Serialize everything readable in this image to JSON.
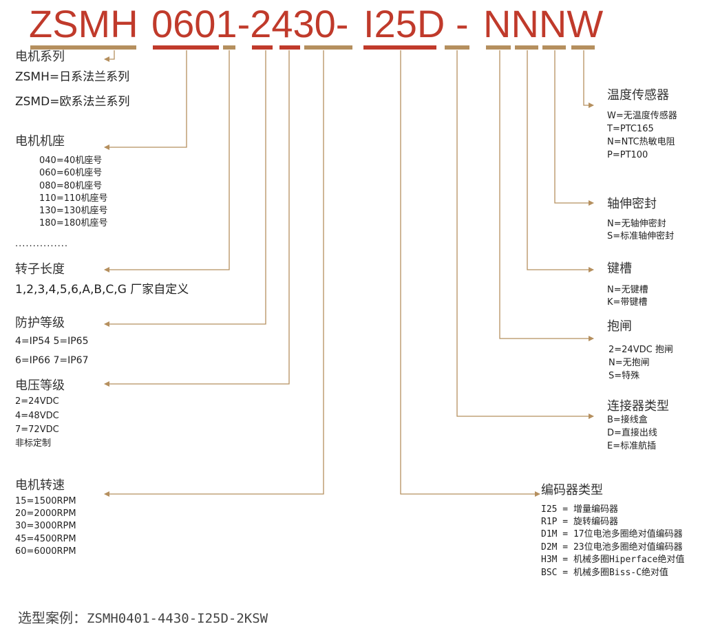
{
  "code": {
    "p1": "ZSMH",
    "p2": "0601-2430-",
    "p3": "I25D",
    "p4": "-",
    "p5": "NNNW"
  },
  "left": {
    "series": {
      "title": "电机系列",
      "lines": [
        "ZSMH=日系法兰系列",
        "ZSMD=欧系法兰系列"
      ]
    },
    "frame": {
      "title": "电机机座",
      "lines": [
        "040=40机座号",
        "060=60机座号",
        "080=80机座号",
        "110=110机座号",
        "130=130机座号",
        "180=180机座号"
      ],
      "dots": "..............."
    },
    "rotor": {
      "title": "转子长度",
      "lines": [
        "1,2,3,4,5,6,A,B,C,G  厂家自定义"
      ]
    },
    "protection": {
      "title": "防护等级",
      "lines": [
        "4=IP54  5=IP65",
        "6=IP66  7=IP67"
      ]
    },
    "voltage": {
      "title": "电压等级",
      "lines": [
        "2=24VDC",
        "4=48VDC",
        "7=72VDC",
        "非标定制"
      ]
    },
    "speed": {
      "title": "电机转速",
      "lines": [
        "15=1500RPM",
        "20=2000RPM",
        "30=3000RPM",
        "45=4500RPM",
        "60=6000RPM"
      ]
    }
  },
  "right": {
    "temp": {
      "title": "温度传感器",
      "lines": [
        "W=无温度传感器",
        "T=PTC165",
        "N=NTC热敏电阻",
        "P=PT100"
      ]
    },
    "seal": {
      "title": "轴伸密封",
      "lines": [
        "N=无轴伸密封",
        "S=标准轴伸密封"
      ]
    },
    "key": {
      "title": "键槽",
      "lines": [
        "N=无键槽",
        "K=带键槽"
      ]
    },
    "brake": {
      "title": "抱闸",
      "lines": [
        "2=24VDC 抱闸",
        "N=无抱闸",
        "S=特殊"
      ]
    },
    "connector": {
      "title": "连接器类型",
      "lines": [
        "B=接线盒",
        "D=直接出线",
        "E=标准航插"
      ]
    },
    "encoder": {
      "title": "编码器类型",
      "lines": [
        "I25 = 增量编码器",
        "R1P = 旋转编码器",
        "D1M = 17位电池多圈绝对值编码器",
        "D2M = 23位电池多圈绝对值编码器",
        "H3M = 机械多圈Hiperface绝对值",
        "BSC = 机械多圈Biss-C绝对值"
      ]
    }
  },
  "example": {
    "label": "选型案例：",
    "value": "ZSMH0401-4430-I25D-2KSW"
  },
  "colors": {
    "code": "#c03a2b",
    "connector": "#b58f5e",
    "text": "#333333"
  }
}
